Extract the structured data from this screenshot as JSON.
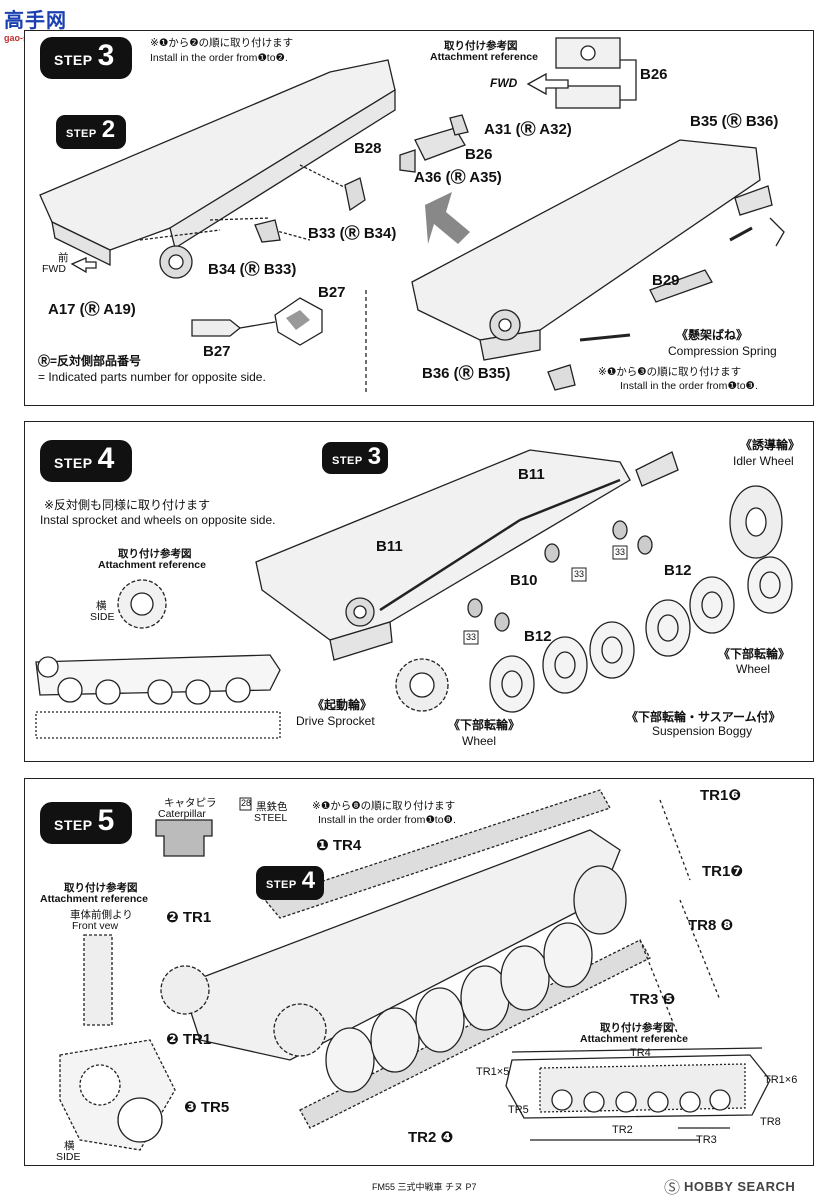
{
  "watermark": {
    "top": "高手网",
    "bottom": "gao-shou.com"
  },
  "step3": {
    "step_word": "STEP",
    "step_num": "3",
    "sub_step_word": "STEP",
    "sub_step_num": "2",
    "order_jp": "※❶から❷の順に取り付けます",
    "order_en": "Install in the order from❶to❷.",
    "ref_jp": "取り付け参考図",
    "ref_en": "Attachment reference",
    "fwd": "FWD",
    "fwd_jp": "前",
    "fwd_en": "FWD",
    "parts": {
      "b26_top": "B26",
      "a31": "A31 (Ⓡ A32)",
      "b28": "B28",
      "b26": "B26",
      "a36": "A36 (Ⓡ A35)",
      "b33": "B33 (Ⓡ B34)",
      "b34": "B34 (Ⓡ B33)",
      "a17": "A17 (Ⓡ A19)",
      "b27": "B27",
      "b27_detail": "B27",
      "b35": "B35 (Ⓡ B36)",
      "b29": "B29",
      "b36": "B36 (Ⓡ B35)"
    },
    "spring_jp": "《懸架ばね》",
    "spring_en": "Compression Spring",
    "order2_jp": "※❶から❸の順に取り付けます",
    "order2_en": "Install in the order from❶to❸.",
    "legend_jp": "Ⓡ=反対側部品番号",
    "legend_en": "= Indicated parts number for opposite side."
  },
  "step4": {
    "step_word": "STEP",
    "step_num": "4",
    "sub_step_word": "STEP",
    "sub_step_num": "3",
    "note_jp": "※反対側も同様に取り付けます",
    "note_en": "Instal sprocket and wheels on opposite side.",
    "ref_jp": "取り付け参考図",
    "ref_en": "Attachment reference",
    "side_jp": "横",
    "side_en": "SIDE",
    "parts": {
      "b11_top": "B11",
      "b11_left": "B11",
      "b10": "B10",
      "b12_right": "B12",
      "b12_left": "B12",
      "badge33": "33"
    },
    "idler_jp": "《誘導輪》",
    "idler_en": "Idler Wheel",
    "wheel_jp": "《下部転輪》",
    "wheel_en": "Wheel",
    "boggy_jp": "《下部転輪・サスアーム付》",
    "boggy_en": "Suspension Boggy",
    "wheel2_jp": "《下部転輪》",
    "wheel2_en": "Wheel",
    "sprocket_jp": "《起動輪》",
    "sprocket_en": "Drive Sprocket"
  },
  "step5": {
    "step_word": "STEP",
    "step_num": "5",
    "sub_step_word": "STEP",
    "sub_step_num": "4",
    "cat_jp": "キャタピラ",
    "cat_en": "Caterpillar",
    "badge28": "28",
    "steel_jp": "黒鉄色",
    "steel_en": "STEEL",
    "order_jp": "※❶から❽の順に取り付けます",
    "order_en": "Install in the order from❶to❽.",
    "ref_jp": "取り付け参考図",
    "ref_en": "Attachment reference",
    "front_jp": "車体前側より",
    "front_en": "Front vew",
    "side_jp": "横",
    "side_en": "SIDE",
    "parts": {
      "tr4": "❶ TR4",
      "tr1a": "❷ TR1",
      "tr1b": "❷ TR1",
      "tr5": "❸ TR5",
      "tr2": "TR2 ❹",
      "tr3": "TR3 ❺",
      "tr16": "TR1❻",
      "tr17": "TR1❼",
      "tr8": "TR8 ❽"
    },
    "ref2_jp": "取り付け参考図",
    "ref2_en": "Attachment reference",
    "diagram": {
      "tr4": "TR4",
      "tr1x5": "TR1×5",
      "tr1x6": "TR1×6",
      "tr5": "TR5",
      "tr2": "TR2",
      "tr3": "TR3",
      "tr8": "TR8"
    }
  },
  "footer": {
    "caption": "FM55 三式中戦車 チヌ P7",
    "brand": "HOBBY SEARCH",
    "brand_mark": "Ⓢ"
  }
}
